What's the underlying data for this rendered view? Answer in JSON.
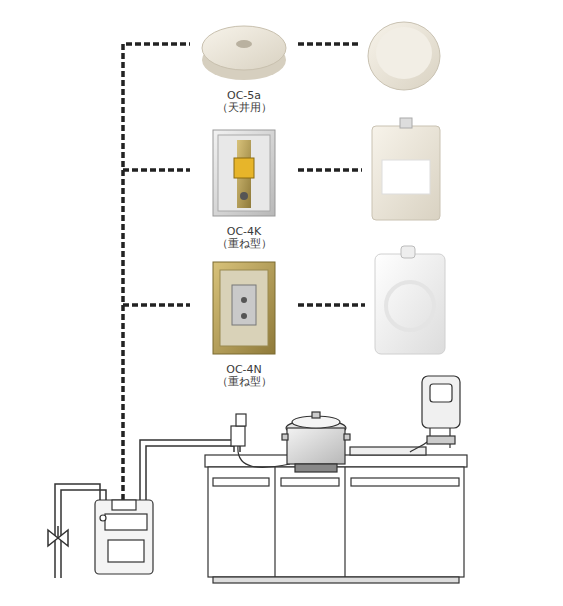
{
  "diagram": {
    "nodes": [
      {
        "text": [
          "OC-5a",
          "（天井用）"
        ]
      },
      {
        "text": [
          "OC-4K",
          "（重ね型）"
        ]
      },
      {
        "text": [
          "OC-4N",
          "（重ね型）"
        ]
      }
    ]
  }
}
